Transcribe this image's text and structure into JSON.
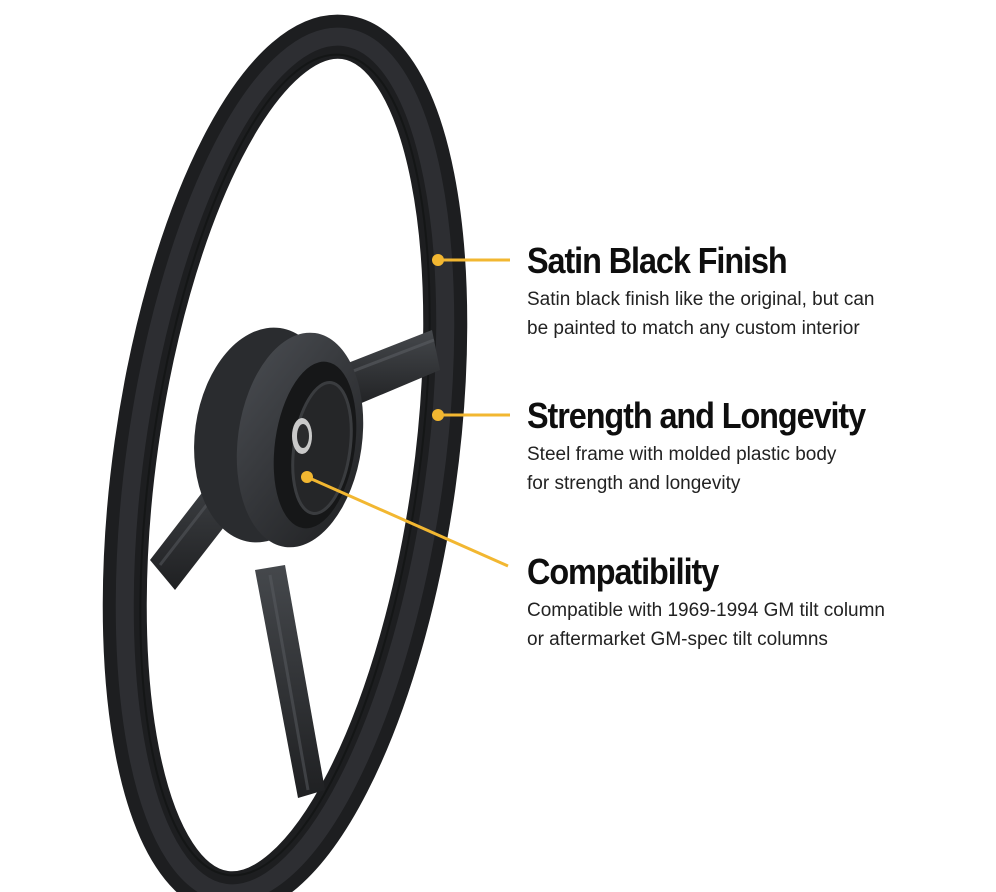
{
  "image": {
    "subject": "steering-wheel",
    "description": "Three-spoke satin black steering wheel with feature callouts"
  },
  "colors": {
    "background": "#ffffff",
    "accent": "#f2b731",
    "wheel": "#2b2d30",
    "wheel_highlight": "#4a4d52",
    "title_text": "#0e0e0e",
    "body_text": "#222222"
  },
  "features": [
    {
      "title": "Satin Black Finish",
      "description_lines": [
        "Satin black finish like the original, but can",
        "be painted to match any custom interior"
      ],
      "callout": {
        "dot": [
          438,
          260
        ],
        "line_end": [
          510,
          260
        ]
      }
    },
    {
      "title": "Strength and Longevity",
      "description_lines": [
        "Steel frame with molded plastic body",
        "for strength and longevity"
      ],
      "callout": {
        "dot": [
          438,
          415
        ],
        "line_end": [
          510,
          415
        ]
      }
    },
    {
      "title": "Compatibility",
      "description_lines": [
        "Compatible with 1969-1994 GM tilt column",
        "or aftermarket GM-spec tilt columns"
      ],
      "callout": {
        "dot": [
          307,
          477
        ],
        "line_end": [
          508,
          566
        ]
      }
    }
  ]
}
